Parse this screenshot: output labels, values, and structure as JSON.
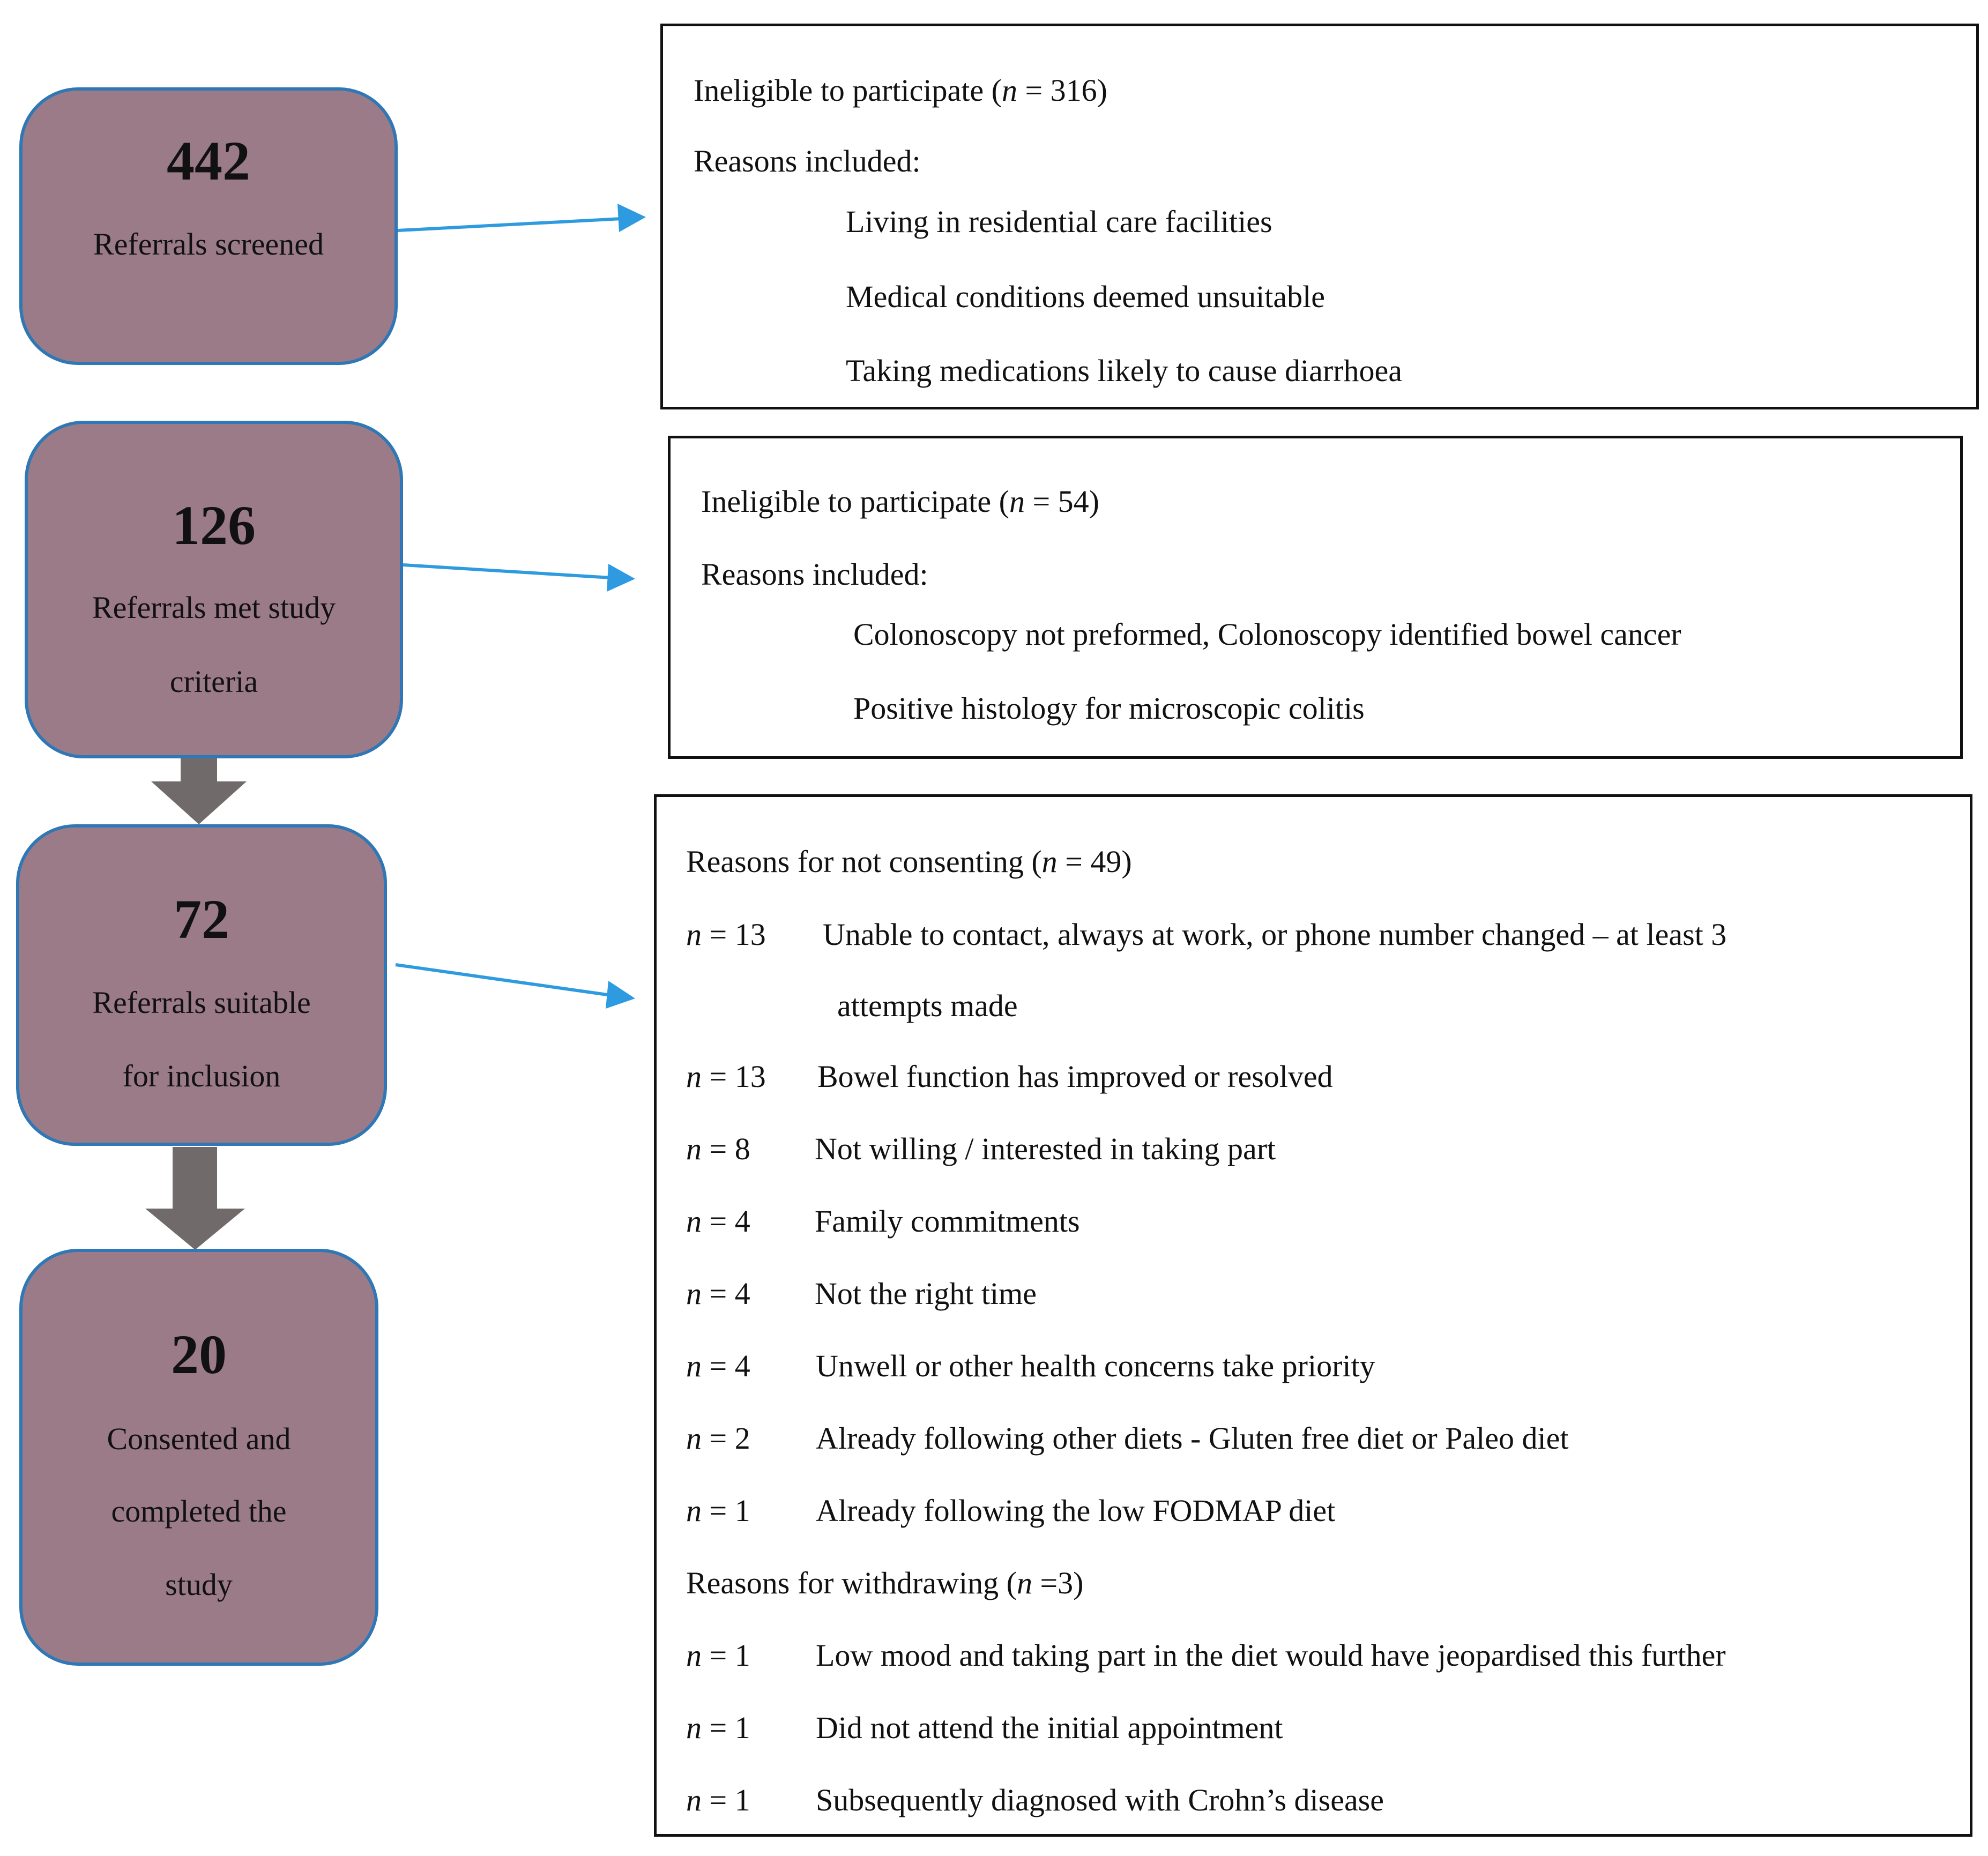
{
  "flow_boxes": [
    {
      "count": "442",
      "lines": [
        "Referrals screened"
      ]
    },
    {
      "count": "126",
      "lines": [
        "Referrals met study",
        "criteria"
      ]
    },
    {
      "count": "72",
      "lines": [
        "Referrals suitable",
        "for inclusion"
      ]
    },
    {
      "count": "20",
      "lines": [
        "Consented and",
        "completed the",
        "study"
      ]
    }
  ],
  "ineligible_1": {
    "heading_prefix": "Ineligible to participate (",
    "n_symbol": "n",
    "heading_suffix": " = 316)",
    "reasons_label": "Reasons included:",
    "items": [
      "Living in residential care facilities",
      "Medical conditions deemed unsuitable",
      "Taking medications likely to cause diarrhoea"
    ]
  },
  "ineligible_2": {
    "heading_prefix": "Ineligible to participate (",
    "n_symbol": "n",
    "heading_suffix": " = 54)",
    "reasons_label": "Reasons included:",
    "items": [
      "Colonoscopy not preformed, Colonoscopy identified bowel cancer",
      "Positive histology for microscopic colitis"
    ]
  },
  "not_consenting": {
    "heading_prefix": "Reasons for not consenting (",
    "n_symbol": "n",
    "heading_suffix": " = 49)",
    "items": [
      {
        "n": " = 13",
        "text": "Unable to contact, always at work, or phone number changed – at least 3",
        "continuation": "attempts made"
      },
      {
        "n": " = 13",
        "text": "Bowel function has improved or resolved"
      },
      {
        "n": " = 8",
        "text": "Not willing / interested in taking part"
      },
      {
        "n": " = 4",
        "text": "Family commitments"
      },
      {
        "n": " = 4",
        "text": "Not the right time"
      },
      {
        "n": " = 4",
        "text": "Unwell or other health concerns take priority"
      },
      {
        "n": " = 2",
        "text": "Already following other diets - Gluten free diet or Paleo diet"
      },
      {
        "n": " = 1",
        "text": "Already following the low FODMAP diet"
      }
    ],
    "withdraw_prefix": "Reasons for withdrawing (",
    "withdraw_suffix": " =3)",
    "withdraw_items": [
      {
        "n": " = 1",
        "text": "Low mood and taking part in the diet would have jeopardised this further"
      },
      {
        "n": " = 1",
        "text": "Did not attend the initial appointment"
      },
      {
        "n": " = 1",
        "text": "Subsequently diagnosed with Crohn’s disease"
      }
    ]
  },
  "colors": {
    "flow_fill": "#9b7b88",
    "flow_border": "#2f78b5",
    "arrow_blue": "#2e9be0",
    "arrow_grey": "#716a6a"
  }
}
